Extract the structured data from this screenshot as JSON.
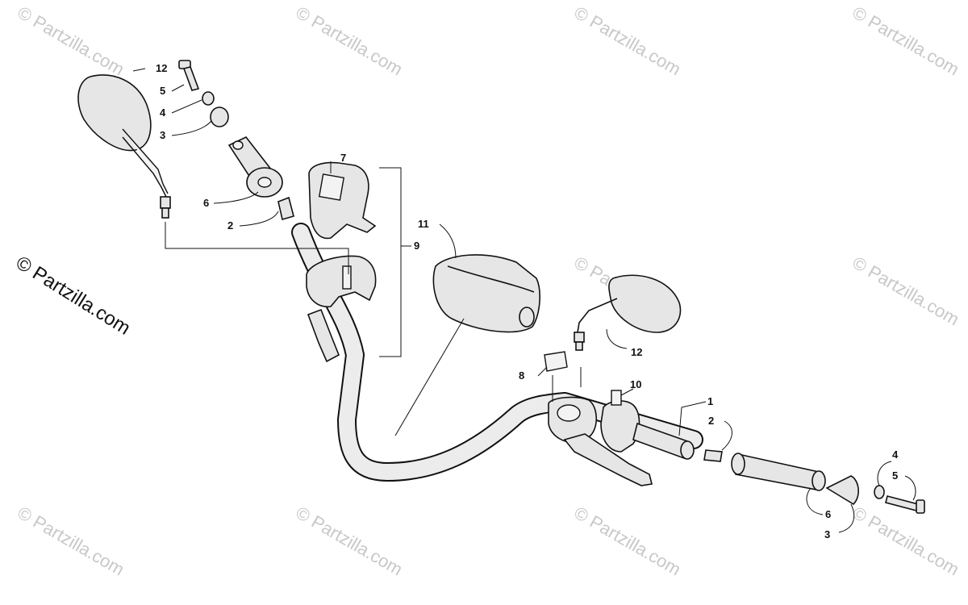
{
  "watermark": {
    "text": "© Partzilla.com",
    "side_text": "© Partzilla.com"
  },
  "callouts": [
    {
      "id": "c12a",
      "label": "12"
    },
    {
      "id": "c5a",
      "label": "5"
    },
    {
      "id": "c4a",
      "label": "4"
    },
    {
      "id": "c3a",
      "label": "3"
    },
    {
      "id": "c6a",
      "label": "6"
    },
    {
      "id": "c2a",
      "label": "2"
    },
    {
      "id": "c7",
      "label": "7"
    },
    {
      "id": "c9",
      "label": "9"
    },
    {
      "id": "c11",
      "label": "11"
    },
    {
      "id": "c12b",
      "label": "12"
    },
    {
      "id": "c8",
      "label": "8"
    },
    {
      "id": "c10",
      "label": "10"
    },
    {
      "id": "c1",
      "label": "1"
    },
    {
      "id": "c2b",
      "label": "2"
    },
    {
      "id": "c4b",
      "label": "4"
    },
    {
      "id": "c5b",
      "label": "5"
    },
    {
      "id": "c6b",
      "label": "6"
    },
    {
      "id": "c3b",
      "label": "3"
    }
  ],
  "colors": {
    "line": "#111111",
    "part_fill": "#e6e6e6",
    "watermark": "#c8c8c8"
  }
}
